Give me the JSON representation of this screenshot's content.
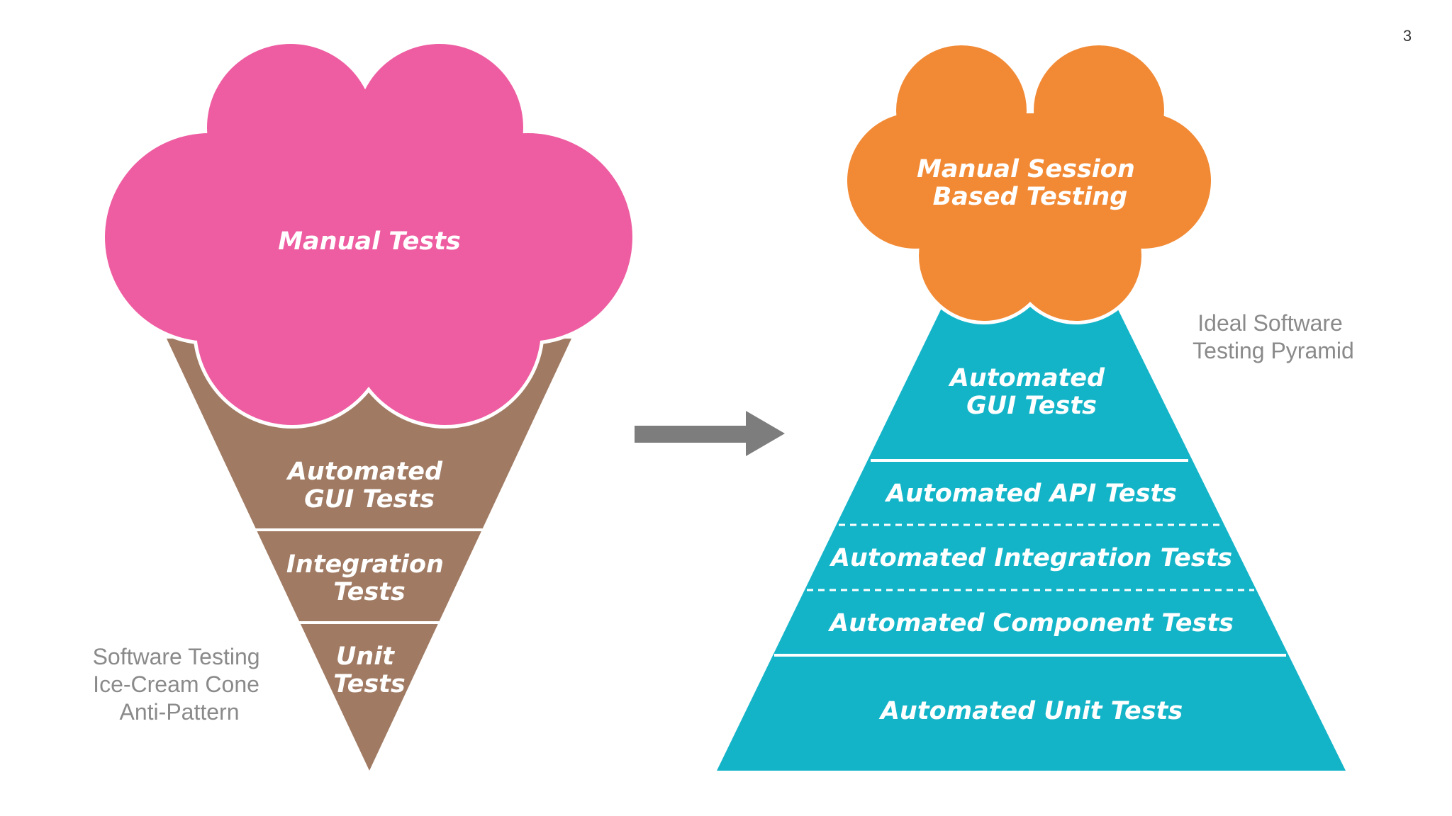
{
  "page_number": "3",
  "colors": {
    "ice_cream": "#ee5da1",
    "cone": "#a07a62",
    "cloud": "#f28a35",
    "pyramid": "#14b4c8",
    "arrow": "#7d7d7d",
    "caption": "#8a8a8a"
  },
  "left": {
    "cloud_label": "Manual Tests",
    "layers": [
      [
        "Automated",
        "GUI Tests"
      ],
      [
        "Integration",
        "Tests"
      ],
      [
        "Unit",
        "Tests"
      ]
    ],
    "caption": [
      "Software Testing",
      "Ice-Cream Cone",
      "Anti-Pattern"
    ]
  },
  "right": {
    "cloud_label": [
      "Manual Session",
      "Based Testing"
    ],
    "layers": [
      [
        "Automated",
        "GUI Tests"
      ],
      [
        "Automated API Tests"
      ],
      [
        "Automated Integration Tests"
      ],
      [
        "Automated Component Tests"
      ],
      [
        "Automated Unit Tests"
      ]
    ],
    "caption": [
      "Ideal Software",
      "Testing Pyramid"
    ]
  },
  "arrow_icon": "right-arrow-icon"
}
